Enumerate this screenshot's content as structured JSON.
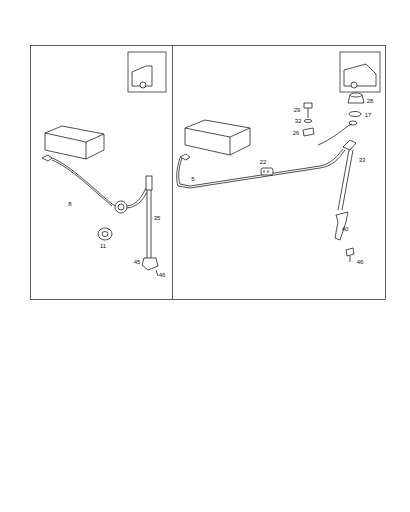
{
  "diagram": {
    "labels": [
      "8",
      "11",
      "35",
      "45",
      "46",
      "29",
      "32",
      "26",
      "28",
      "17",
      "22",
      "5",
      "33",
      "40",
      "46"
    ]
  }
}
